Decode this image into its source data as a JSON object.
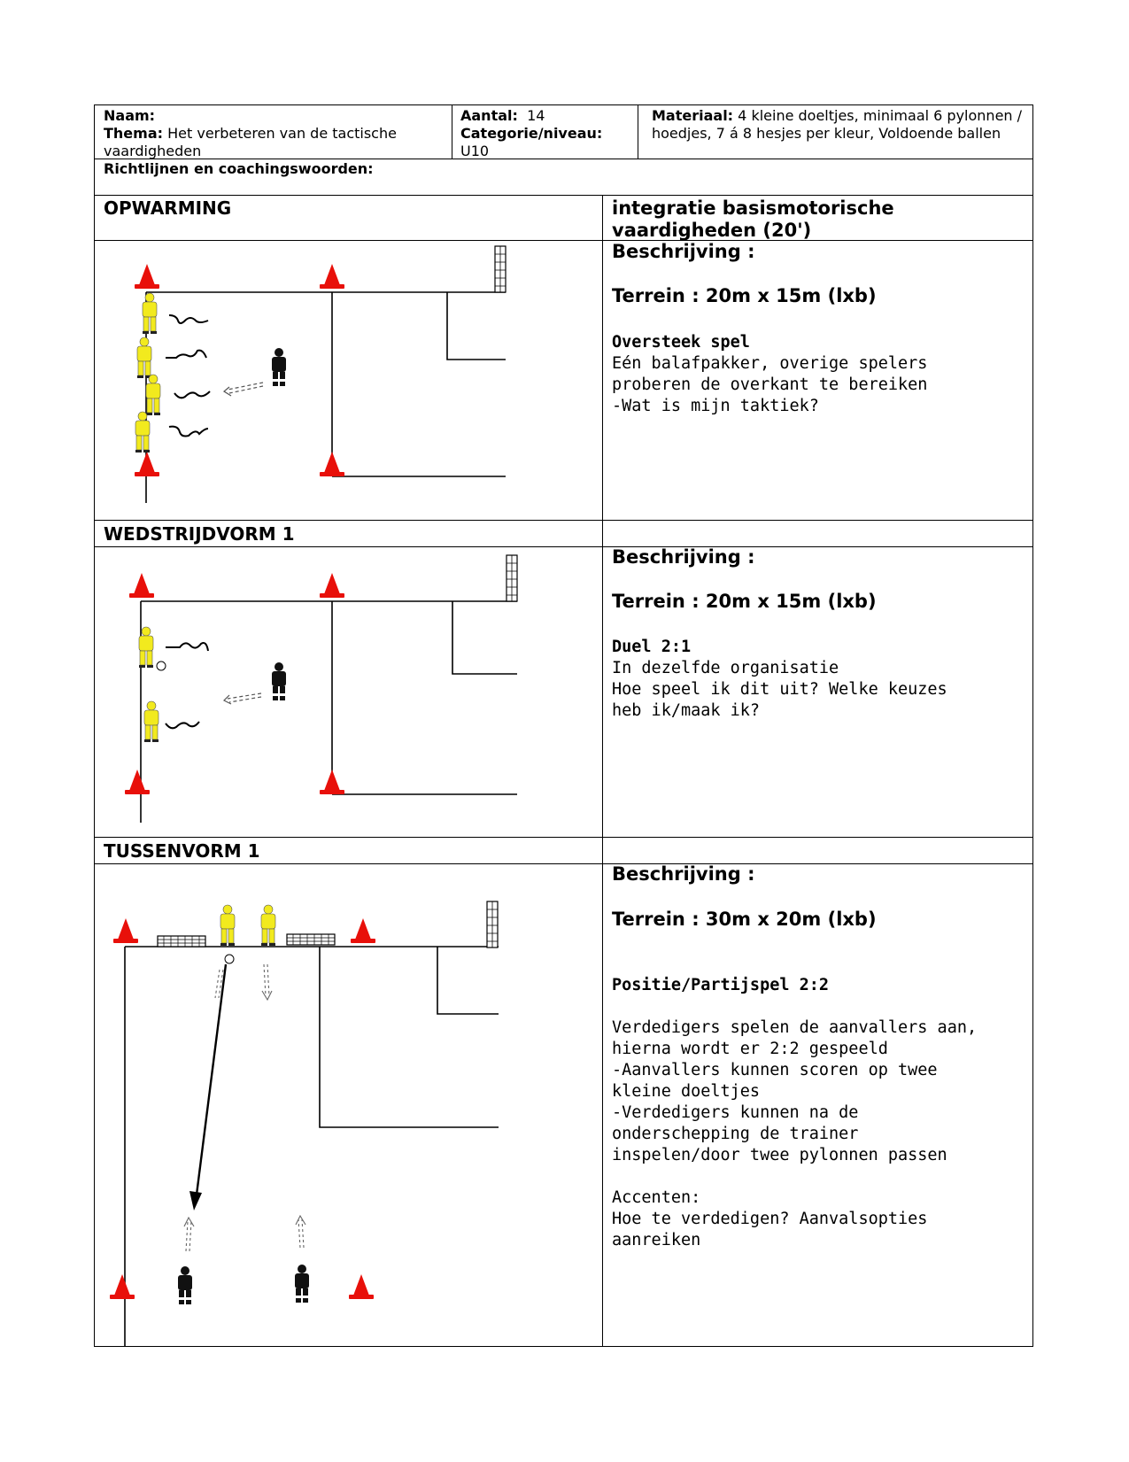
{
  "header": {
    "naam_label": "Naam:",
    "thema_label": "Thema:",
    "thema_value": "Het verbeteren van de tactische vaardigheden",
    "aantal_label": "Aantal:",
    "aantal_value": "14",
    "categorie_label": "Categorie/niveau:",
    "categorie_value": "U10",
    "materiaal_label": "Materiaal:",
    "materiaal_value": "4 kleine doeltjes, minimaal 6 pylonnen / hoedjes, 7 á 8 hesjes per kleur, Voldoende ballen",
    "richtlijnen_label": "Richtlijnen en coachingswoorden:"
  },
  "sections": [
    {
      "title": "OPWARMING",
      "right_title": "integratie basismotorische vaardigheden (20')",
      "desc_label": "Beschrijving :",
      "terrain": "Terrein : 20m x 15m (lxb)",
      "exercise": "Oversteek spel",
      "lines": [
        "Eén balafpakker, overige spelers",
        "proberen de overkant te bereiken",
        "-Wat is mijn taktiek?"
      ]
    },
    {
      "title": "WEDSTRIJDVORM 1",
      "right_title": "",
      "desc_label": "Beschrijving :",
      "terrain": "Terrein : 20m x 15m (lxb)",
      "exercise": "Duel 2:1",
      "lines": [
        "In dezelfde organisatie",
        "Hoe speel ik dit uit? Welke keuzes",
        "heb ik/maak ik?"
      ]
    },
    {
      "title": "TUSSENVORM 1",
      "right_title": "",
      "desc_label": "Beschrijving :",
      "terrain": "Terrein : 30m x 20m (lxb)",
      "exercise": "Positie/Partijspel 2:2",
      "lines": [
        "Verdedigers spelen de aanvallers aan,",
        "hierna wordt er 2:2 gespeeld",
        "-Aanvallers kunnen scoren op twee",
        "kleine doeltjes",
        "-Verdedigers kunnen na de",
        "onderschepping de trainer",
        "inspelen/door twee pylonnen passen"
      ],
      "accent_label": "Accenten:",
      "accent_lines": [
        "Hoe te verdedigen? Aanvalsopties",
        "aanreiken"
      ]
    }
  ],
  "colors": {
    "cone": "#e8100a",
    "player_attack": "#f2ea1e",
    "player_defend": "#111111",
    "line": "#000000"
  }
}
